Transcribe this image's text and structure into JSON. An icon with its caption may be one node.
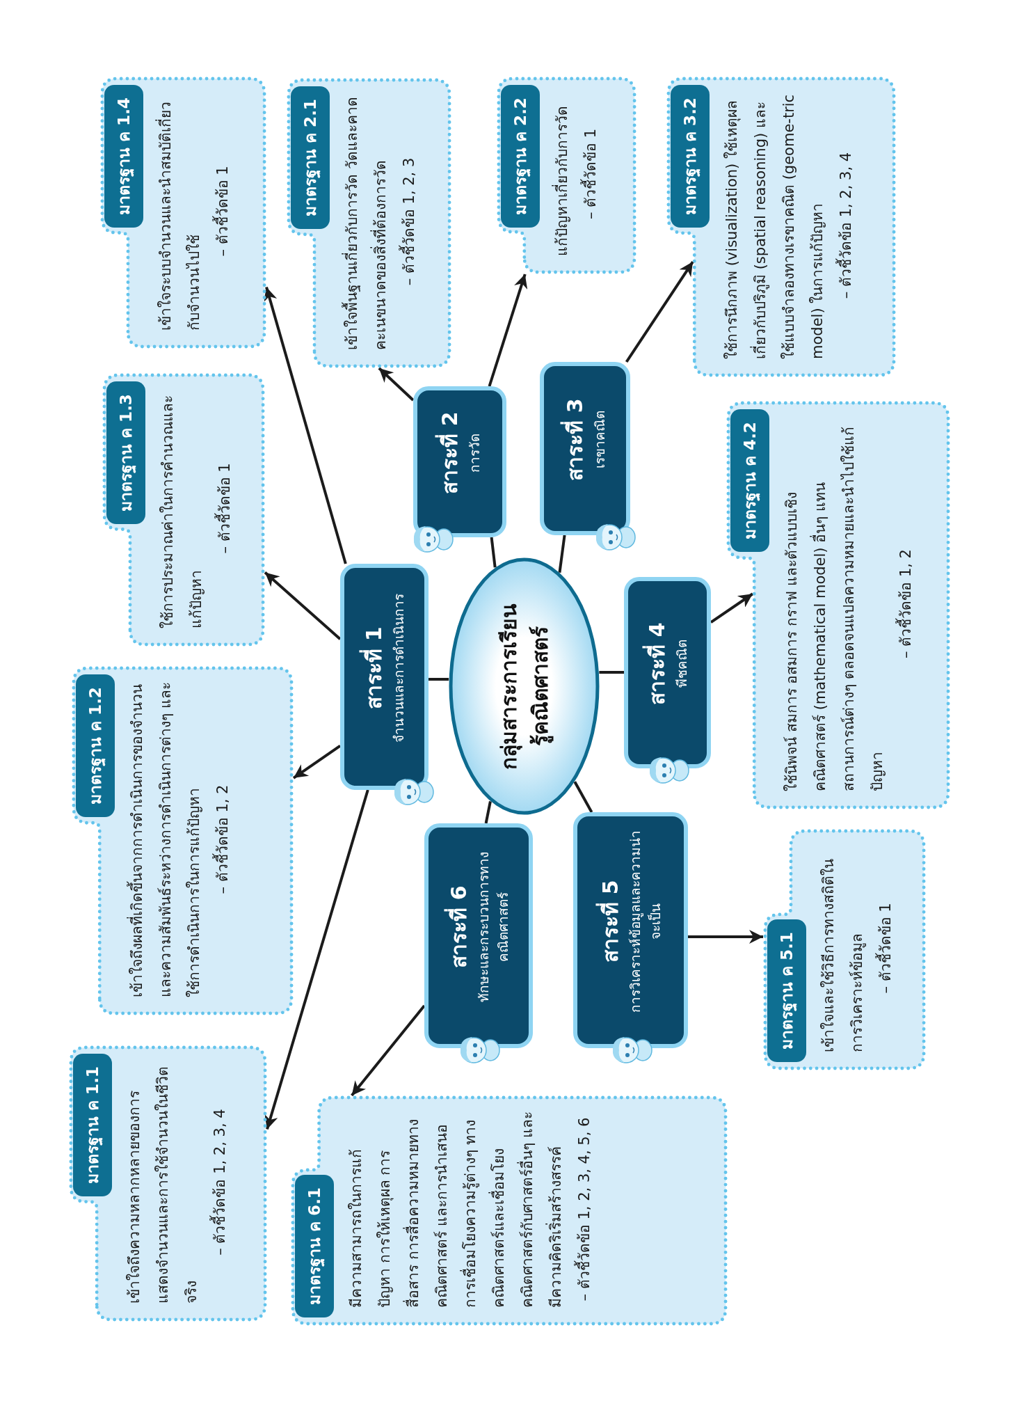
{
  "diagram": {
    "nodes": [
      {
        "text": [
          "กลุ่มสาระการเรียนรู้คณิตศาสตร์"
        ]
      },
      {
        "text": [
          "สาระที่ 1",
          "จำนวนและการดำเนินการ"
        ]
      },
      {
        "text": [
          "สาระที่ 2",
          "การวัด"
        ]
      },
      {
        "text": [
          "สาระที่ 3",
          "เรขาคณิต"
        ]
      },
      {
        "text": [
          "สาระที่ 4",
          "พีชคณิต"
        ]
      },
      {
        "text": [
          "สาระที่ 5",
          "การวิเคราะห์ข้อมูลและความน่าจะเป็น"
        ]
      },
      {
        "text": [
          "สาระที่ 6",
          "ทักษะและกระบวนการทางคณิตศาสตร์"
        ]
      },
      {
        "text": [
          "มาตรฐาน ค 1.1",
          "เข้าใจถึงความหลากหลายของการแสดงจำนวนและการใช้จำนวนในชีวิตจริง",
          "– ตัวชี้วัดข้อ 1, 2, 3, 4"
        ]
      },
      {
        "text": [
          "มาตรฐาน ค 1.2",
          "เข้าใจถึงผลที่เกิดขึ้นจากการดำเนินการของจำนวนและความสัมพันธ์ระหว่างการดำเนินการต่างๆ และใช้การดำเนินการในการแก้ปัญหา",
          "– ตัวชี้วัดข้อ 1, 2"
        ]
      },
      {
        "text": [
          "มาตรฐาน ค 1.3",
          "ใช้การประมาณค่าในการคำนวณและแก้ปัญหา",
          "– ตัวชี้วัดข้อ 1"
        ]
      },
      {
        "text": [
          "มาตรฐาน ค 1.4",
          "เข้าใจระบบจำนวนและนำสมบัติเกี่ยวกับจำนวนไปใช้",
          "– ตัวชี้วัดข้อ 1"
        ]
      },
      {
        "text": [
          "มาตรฐาน ค 2.1",
          "เข้าใจพื้นฐานเกี่ยวกับการวัด วัดและคาดคะเนขนาดของสิ่งที่ต้องการวัด",
          "– ตัวชี้วัดข้อ 1, 2, 3"
        ]
      },
      {
        "text": [
          "มาตรฐาน ค 2.2",
          "แก้ปัญหาเกี่ยวกับการวัด",
          "– ตัวชี้วัดข้อ 1"
        ]
      },
      {
        "text": [
          "มาตรฐาน ค 3.2",
          "ใช้การนึกภาพ (visualization) ใช้เหตุผลเกี่ยวกับปริภูมิ (spatial reasoning) และใช้แบบจำลองทางเรขาคณิต (geome-tric model) ในการแก้ปัญหา",
          "– ตัวชี้วัดข้อ 1, 2, 3, 4"
        ]
      },
      {
        "text": [
          "มาตรฐาน ค 4.2",
          "ใช้นิพจน์ สมการ อสมการ กราฟ และตัวแบบเชิงคณิตศาสตร์ (mathematical model) อื่นๆ แทนสถานการณ์ต่างๆ ตลอดจนแปลความหมายและนำไปใช้แก้ปัญหา",
          "– ตัวชี้วัดข้อ 1, 2"
        ]
      },
      {
        "text": [
          "มาตรฐาน ค 5.1",
          "เข้าใจและใช้วิธีการทางสถิติในการวิเคราะห์ข้อมูล",
          "– ตัวชี้วัดข้อ 1"
        ]
      },
      {
        "text": [
          "มาตรฐาน ค 6.1",
          "มีความสามารถในการแก้ปัญหา การให้เหตุผล การสื่อสาร การสื่อความหมายทางคณิตศาสตร์ และการนำเสนอ การเชื่อมโยงความรู้ต่างๆ ทางคณิตศาสตร์และเชื่อมโยงคณิตศาสตร์กับศาสตร์อื่นๆ และมีความคิดริเริ่มสร้างสรรค์",
          "– ตัวชี้วัดข้อ 1, 2, 3, 4, 5, 6"
        ]
      }
    ],
    "edges": [
      {
        "from": 0,
        "to": 1,
        "arrow": "none"
      },
      {
        "from": 0,
        "to": 2,
        "arrow": "none"
      },
      {
        "from": 0,
        "to": 3,
        "arrow": "none"
      },
      {
        "from": 0,
        "to": 4,
        "arrow": "none"
      },
      {
        "from": 0,
        "to": 5,
        "arrow": "none"
      },
      {
        "from": 0,
        "to": 6,
        "arrow": "none"
      },
      {
        "from": 1,
        "to": 7,
        "arrow": "to"
      },
      {
        "from": 1,
        "to": 8,
        "arrow": "to"
      },
      {
        "from": 1,
        "to": 9,
        "arrow": "to"
      },
      {
        "from": 1,
        "to": 10,
        "arrow": "to"
      },
      {
        "from": 2,
        "to": 11,
        "arrow": "to"
      },
      {
        "from": 2,
        "to": 12,
        "arrow": "to"
      },
      {
        "from": 3,
        "to": 13,
        "arrow": "to"
      },
      {
        "from": 4,
        "to": 14,
        "arrow": "to"
      },
      {
        "from": 5,
        "to": 15,
        "arrow": "to"
      },
      {
        "from": 6,
        "to": 16,
        "arrow": "to"
      }
    ]
  }
}
